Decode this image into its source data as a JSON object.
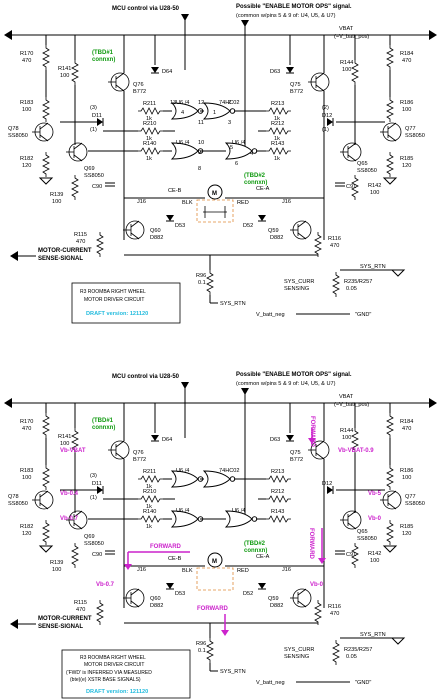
{
  "top": {
    "mcu": "MCU control via U28-50",
    "enable1": "Possible \"ENABLE MOTOR OPS\" signal.",
    "enable2": "(common w/pins 5 & 9 of: U4, U5, & U7)",
    "vbat1": "VBAT",
    "vbat2": "(=V_batt_pos)",
    "tbd1a": "(TBD#1",
    "tbd1b": "connxn)",
    "tbd2a": "(TBD#2",
    "tbd2b": "connxn)",
    "r170": "R170",
    "r170v": "470",
    "r141": "R141",
    "r141v": "100",
    "r183": "R183",
    "r183v": "100",
    "r182": "R182",
    "r182v": "120",
    "r139": "R139",
    "r139v": "100",
    "r115": "R115",
    "r115v": "470",
    "r184": "R184",
    "r184v": "470",
    "r144": "R144",
    "r144v": "100",
    "r186": "R186",
    "r186v": "100",
    "r185": "R185",
    "r185v": "120",
    "r142": "R142",
    "r142v": "100",
    "r116": "R116",
    "r116v": "470",
    "r211": "R211",
    "r210": "R210",
    "r140": "R140",
    "r213": "R213",
    "r212": "R212",
    "r143": "R143",
    "rk": "1k",
    "q76": "Q76",
    "q76v": "B772",
    "q75": "Q75",
    "q75v": "B772",
    "q78": "Q78",
    "q78v": "SS8050",
    "q77": "Q77",
    "q77v": "SS8050",
    "q69": "Q69",
    "q69v": "SS8050",
    "q65": "Q65",
    "q65v": "SS8050",
    "q60": "Q60",
    "q60v": "D882",
    "q59": "Q59",
    "q59v": "D882",
    "d64": "D64",
    "d63": "D63",
    "d11": "D11",
    "d12": "D12",
    "d53": "D53",
    "d52": "D52",
    "c90": "C90",
    "c91": "C91",
    "u64a": "U6 /4",
    "u64b": "U6 /4",
    "u64c": "U6 /4",
    "hc02": "74HC02",
    "n13": "13",
    "n12": "12",
    "n11": "11",
    "n10": "10",
    "n9": "9",
    "n8": "8",
    "n1": "1",
    "n2": "2",
    "n3": "3",
    "n4": "4",
    "n5": "5",
    "n6": "6",
    "p3a": "(3)",
    "p2a": "(2)",
    "p1a": "(1)",
    "j16a": "J16",
    "j16b": "J16",
    "ceb": "CE-B",
    "cea": "CE-A",
    "blk": "BLK",
    "red": "RED",
    "m": "M",
    "motorcur1": "MOTOR-CURRENT",
    "motorcur2": "SENSE-SIGNAL",
    "r96": "R96",
    "r96v": "0.1",
    "sysrtn1": "SYS_RTN",
    "sysrtn2": "SYS_RTN",
    "syscurr1": "SYS_CURR",
    "syscurr2": "SENSING",
    "r235": "R235/R257",
    "r235v": "0.05",
    "vbattneg": "V_batt_neg",
    "gnd": "\"GND\"",
    "box1": "R3 ROOMBA RIGHT WHEEL",
    "box2": "MOTOR DRIVER CIRCUIT",
    "draft": "DRAFT version: 121120"
  },
  "bottom": {
    "mcu": "MCU control via U28-50",
    "enable1": "Possible \"ENABLE MOTOR OPS\" signal.",
    "enable2": "(common w/pins 5 & 9 of: U4, U5, & U7)",
    "vbat1": "VBAT",
    "vbat2": "(=V_batt_pos)",
    "tbd1a": "(TBD#1",
    "tbd1b": "connxn)",
    "tbd2a": "(TBD#2",
    "tbd2b": "connxn)",
    "vbl": "Vb-VBAT",
    "vbr": "Vb-VBAT-0.9",
    "vb4": "Vb-0.4",
    "vb07a": "Vb-0.7",
    "vb5": "Vb-5",
    "vb0a": "Vb-0",
    "vb07b": "Vb-0.7",
    "vb0b": "Vb-0",
    "fwd1": "FORWARD",
    "fwd2": "FORWARD",
    "fwd3": "FORWARD",
    "fwd4": "FORWARD",
    "box1": "R3 ROOMBA RIGHT WHEEL",
    "box2": "MOTOR DRIVER CIRCUIT",
    "box3": "('FWD' is INFERRED VIA MEASURED",
    "box4": "(bte)(e) XSTR BASE SIGNALS)",
    "draft": "DRAFT version: 121120"
  }
}
